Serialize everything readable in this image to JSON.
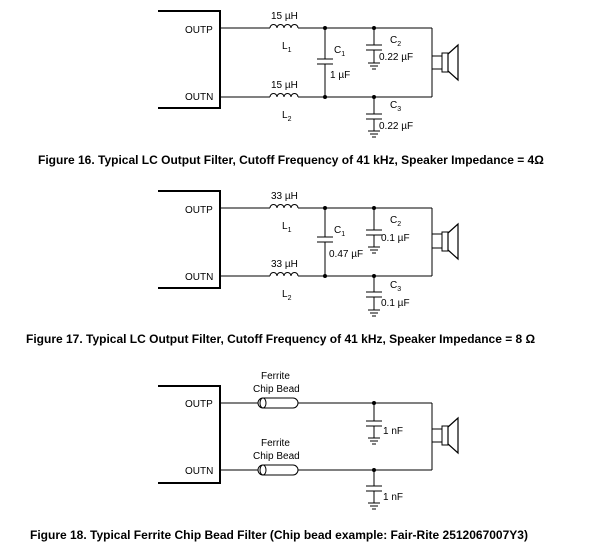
{
  "figures": [
    {
      "caption": "Figure 16. Typical LC Output Filter, Cutoff Frequency of 41 kHz, Speaker Impedance = 4Ω",
      "pins": {
        "p": "OUTP",
        "n": "OUTN"
      },
      "l1": {
        "value": "15 µH",
        "name": "L",
        "sub": "1"
      },
      "l2": {
        "value": "15 µH",
        "name": "L",
        "sub": "2"
      },
      "c1": {
        "name": "C",
        "sub": "1",
        "value": "1 µF"
      },
      "c2": {
        "name": "C",
        "sub": "2",
        "value": "0.22 µF"
      },
      "c3": {
        "name": "C",
        "sub": "3",
        "value": "0.22 µF"
      }
    },
    {
      "caption": "Figure 17. Typical LC Output Filter, Cutoff Frequency of 41 kHz, Speaker Impedance = 8 Ω",
      "pins": {
        "p": "OUTP",
        "n": "OUTN"
      },
      "l1": {
        "value": "33 µH",
        "name": "L",
        "sub": "1"
      },
      "l2": {
        "value": "33 µH",
        "name": "L",
        "sub": "2"
      },
      "c1": {
        "name": "C",
        "sub": "1",
        "value": "0.47 µF"
      },
      "c2": {
        "name": "C",
        "sub": "2",
        "value": "0.1 µF"
      },
      "c3": {
        "name": "C",
        "sub": "3",
        "value": "0.1 µF"
      }
    },
    {
      "caption": "Figure 18. Typical Ferrite Chip Bead Filter (Chip bead example: Fair-Rite 2512067007Y3)",
      "pins": {
        "p": "OUTP",
        "n": "OUTN"
      },
      "bead_top": {
        "line1": "Ferrite",
        "line2": "Chip Bead"
      },
      "bead_bot": {
        "line1": "Ferrite",
        "line2": "Chip Bead"
      },
      "cap_top": {
        "value": "1 nF"
      },
      "cap_bot": {
        "value": "1 nF"
      }
    }
  ]
}
